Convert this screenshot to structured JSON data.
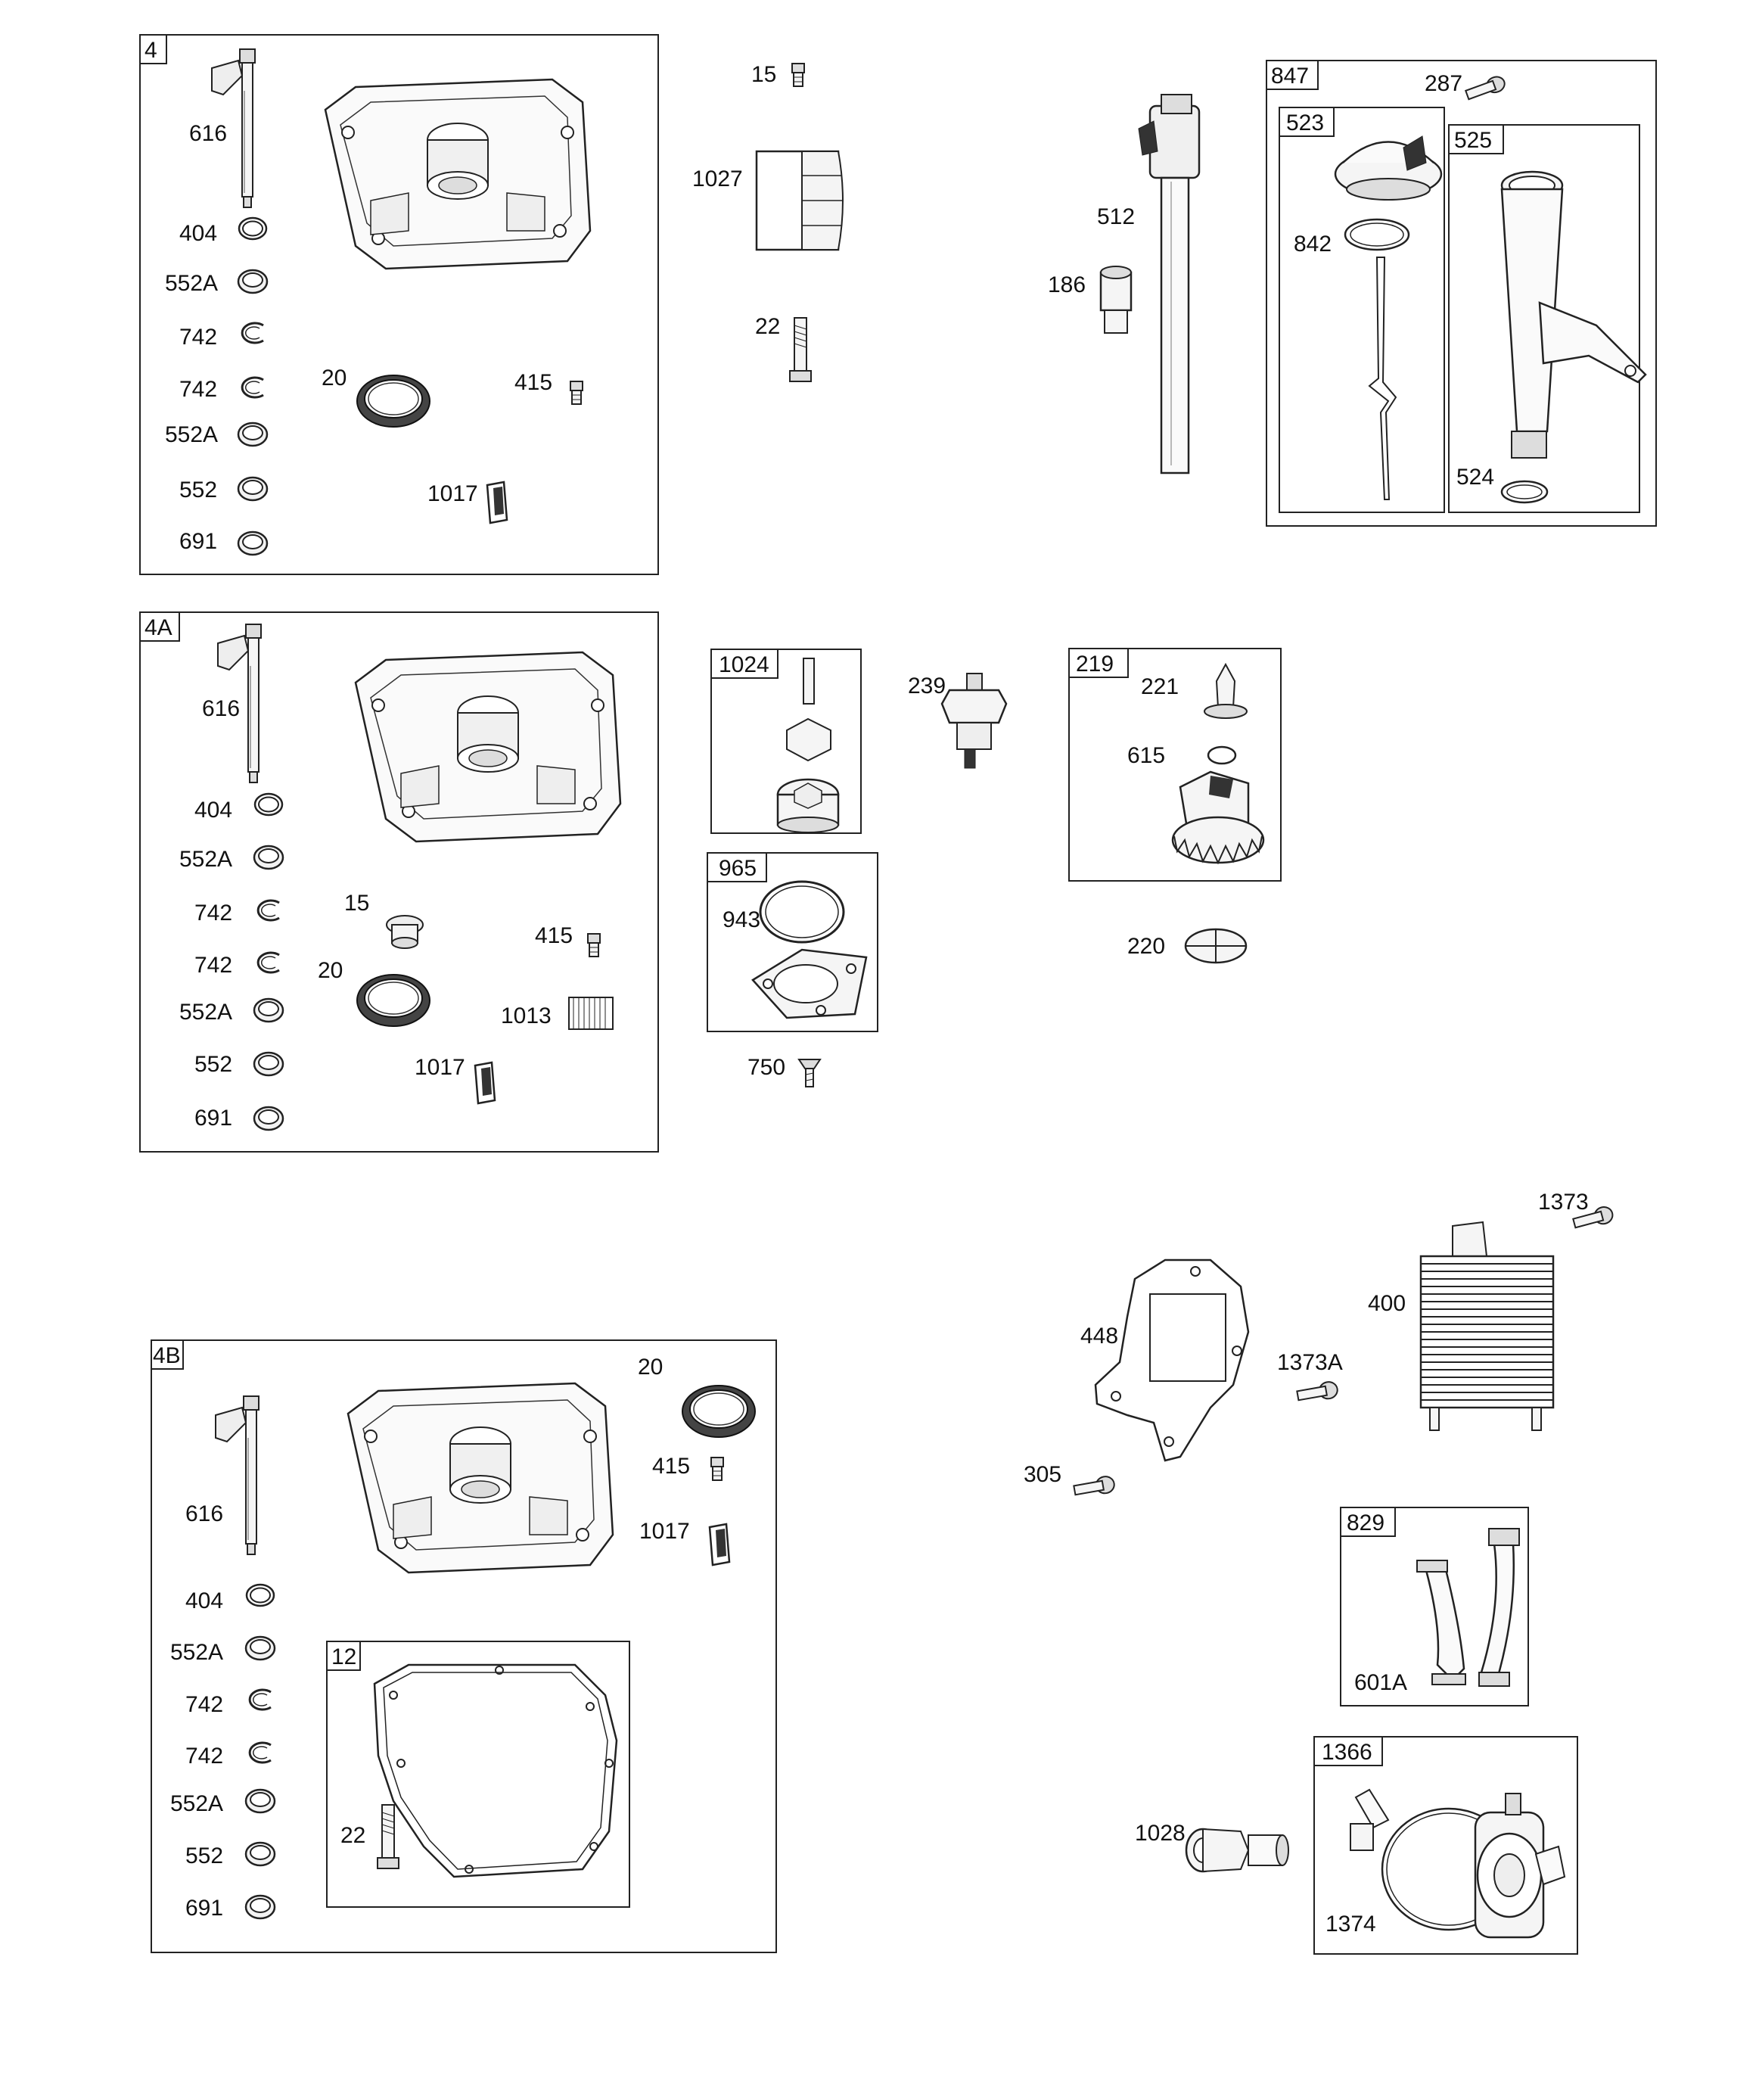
{
  "groups": [
    {
      "id": "4",
      "label": "4"
    },
    {
      "id": "4A",
      "label": "4A"
    },
    {
      "id": "4B",
      "label": "4B"
    },
    {
      "id": "12",
      "label": "12"
    },
    {
      "id": "847",
      "label": "847"
    },
    {
      "id": "523",
      "label": "523"
    },
    {
      "id": "525",
      "label": "525"
    },
    {
      "id": "1024",
      "label": "1024"
    },
    {
      "id": "965",
      "label": "965"
    },
    {
      "id": "219",
      "label": "219"
    },
    {
      "id": "829",
      "label": "829"
    },
    {
      "id": "1366",
      "label": "1366"
    }
  ],
  "callouts": {
    "g4": [
      "616",
      "404",
      "552A",
      "742",
      "742",
      "552A",
      "552",
      "691",
      "20",
      "415",
      "1017"
    ],
    "g4a": [
      "616",
      "404",
      "552A",
      "742",
      "742",
      "552A",
      "552",
      "691",
      "15",
      "20",
      "415",
      "1013",
      "1017"
    ],
    "g4b": [
      "616",
      "404",
      "552A",
      "742",
      "742",
      "552A",
      "552",
      "691",
      "20",
      "415",
      "1017",
      "22"
    ],
    "filter": [
      "15",
      "1027",
      "22"
    ],
    "dipstick": [
      "512",
      "186"
    ],
    "g847": [
      "287",
      "842",
      "524"
    ],
    "pump": [
      "239",
      "943",
      "750",
      "221",
      "615",
      "220"
    ],
    "cooler": [
      "1373",
      "400",
      "448",
      "1373A",
      "305",
      "601A",
      "1028",
      "1374"
    ]
  }
}
